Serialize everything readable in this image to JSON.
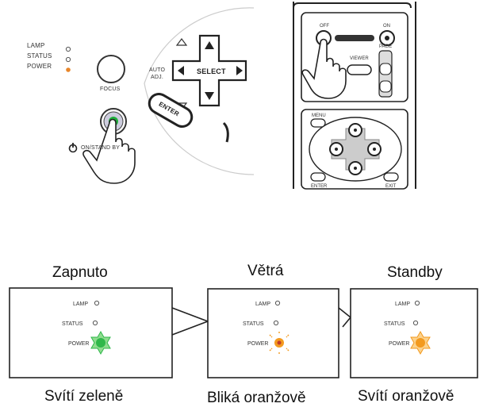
{
  "projector_panel": {
    "indicators": [
      "LAMP",
      "STATUS",
      "POWER"
    ],
    "focus_label": "FOCUS",
    "auto_adj_label": [
      "AUTO",
      "ADJ."
    ],
    "select_label": "SELECT",
    "enter_label": "ENTER",
    "on_standby_label": "ON/STAND BY"
  },
  "remote": {
    "top_button_labels": [
      "OFF",
      "ON"
    ],
    "viewer_label": "VIEWER",
    "page_label": "PAGE",
    "menu_label": "MENU",
    "enter_label": "ENTER",
    "exit_label": "EXIT"
  },
  "states": [
    {
      "title": "Zapnuto",
      "caption": "Svítí zeleně",
      "indicators": [
        "LAMP",
        "STATUS",
        "POWER"
      ],
      "power_color": "#2fb84a"
    },
    {
      "title": "Větrá",
      "caption": "Bliká oranžově",
      "indicators": [
        "LAMP",
        "STATUS",
        "POWER"
      ],
      "power_color": "#f39a1e"
    },
    {
      "title": "Standby",
      "caption": "Svítí oranžově",
      "indicators": [
        "LAMP",
        "STATUS",
        "POWER"
      ],
      "power_color": "#f39a1e"
    }
  ],
  "colors": {
    "green": "#2fb84a",
    "orange": "#f39a1e",
    "line": "#222222"
  }
}
